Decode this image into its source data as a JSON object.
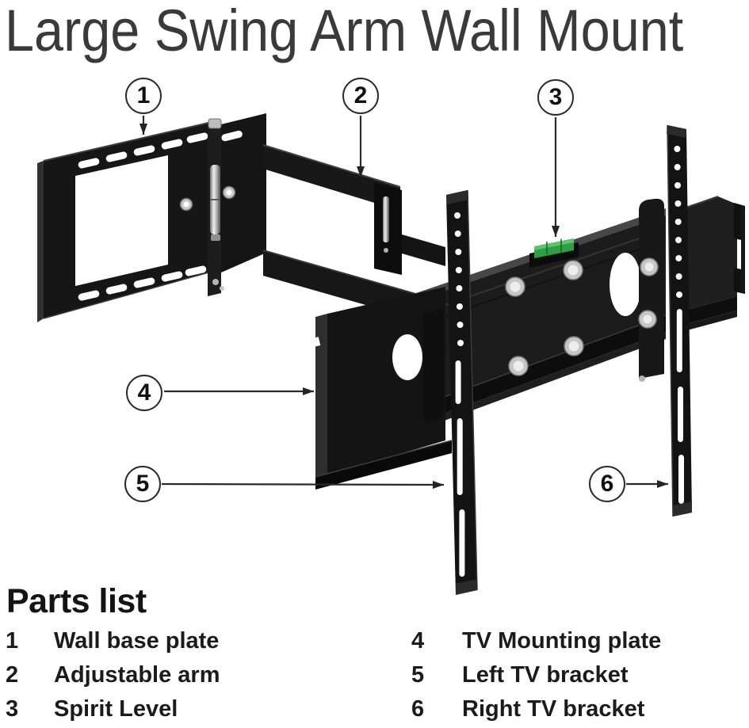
{
  "title": "Large Swing Arm Wall Mount",
  "callouts": [
    {
      "num": "1"
    },
    {
      "num": "2"
    },
    {
      "num": "3"
    },
    {
      "num": "4"
    },
    {
      "num": "5"
    },
    {
      "num": "6"
    }
  ],
  "parts_list": {
    "heading": "Parts list",
    "columns": [
      {
        "items": [
          {
            "num": "1",
            "label": "Wall base plate"
          },
          {
            "num": "2",
            "label": "Adjustable arm"
          },
          {
            "num": "3",
            "label": "Spirit Level"
          }
        ]
      },
      {
        "items": [
          {
            "num": "4",
            "label": "TV Mounting plate"
          },
          {
            "num": "5",
            "label": "Left TV bracket"
          },
          {
            "num": "6",
            "label": "Right TV bracket"
          }
        ]
      }
    ]
  },
  "illustration": {
    "spirit_level_color": "#2f9e44",
    "spirit_level_highlight": "#5cc46a",
    "metal_color": "#161616",
    "chrome_color": "#d9d9d9",
    "arrow_color": "#2a2a2a"
  }
}
